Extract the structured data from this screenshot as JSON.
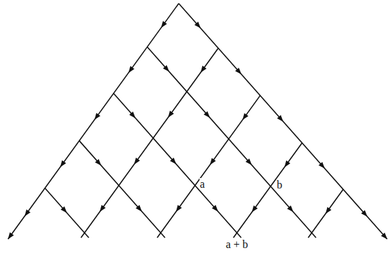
{
  "diagram": {
    "labels": [
      "a",
      "b",
      "a + b"
    ]
  }
}
